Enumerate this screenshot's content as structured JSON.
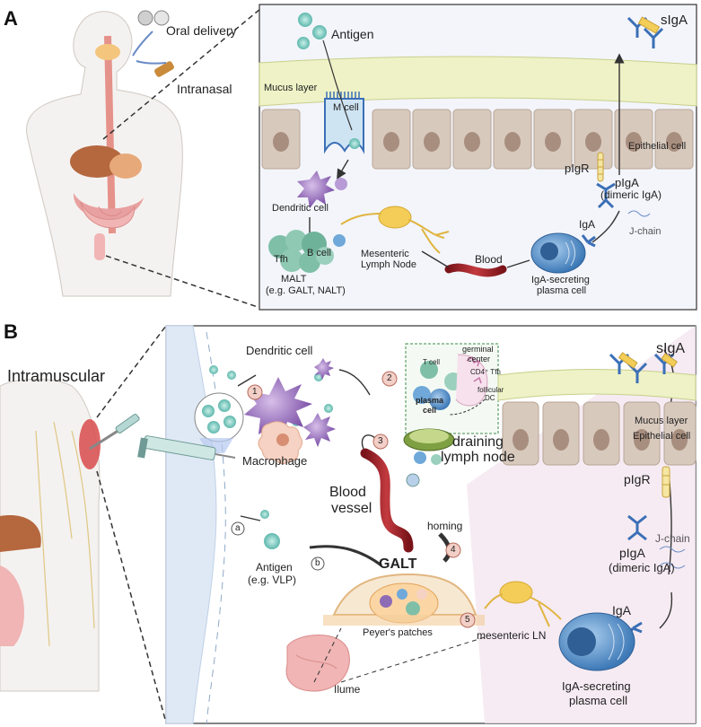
{
  "panel_a": {
    "letter": "A",
    "oral_delivery": "Oral delivery",
    "intranasal": "Intranasal",
    "antigen": "Antigen",
    "siga": "sIgA",
    "mucus_layer": "Mucus layer",
    "m_cell": "M cell",
    "epithelial_cell": "Epithelial cell",
    "pigr": "pIgR",
    "piga": "pIgA",
    "dimeric_iga": "(dimeric IgA)",
    "j_chain": "J-chain",
    "dendritic_cell": "Dendritic cell",
    "tfh": "Tfh",
    "b_cell": "B cell",
    "malt": "MALT",
    "malt_eg": "(e.g. GALT, NALT)",
    "mesenteric_1": "Mesenteric",
    "mesenteric_2": "Lymph Node",
    "blood": "Blood",
    "iga": "IgA",
    "iga_secreting_1": "IgA-secreting",
    "iga_secreting_2": "plasma cell"
  },
  "panel_b": {
    "letter": "B",
    "intramuscular": "Intramuscular",
    "dendritic_cell": "Dendritic cell",
    "macrophage": "Macrophage",
    "t_cell": "T cell",
    "germinal_1": "germinal",
    "germinal_2": "center",
    "cd4_tfh": "CD4⁺ Tfh",
    "follicular_1": "follicular",
    "follicular_2": "DC",
    "plasma_1": "plasma",
    "plasma_2": "cell",
    "draining_1": "draining",
    "draining_2": "lymph node",
    "blood_1": "Blood",
    "blood_2": "vessel",
    "homing": "homing",
    "antigen_1": "Antigen",
    "antigen_2": "(e.g. VLP)",
    "galt": "GALT",
    "peyers": "Peyer's patches",
    "mesenteric_ln": "mesenteric LN",
    "ilume": "Ilume",
    "siga": "sIgA",
    "mucus_layer": "Mucus layer",
    "epithelial_cell": "Epithelial cell",
    "pigr": "pIgR",
    "j_chain": "J-chain",
    "piga": "pIgA",
    "dimeric_iga": "(dimeric IgA)",
    "iga": "IgA",
    "iga_secreting_1": "IgA-secreting",
    "iga_secreting_2": "plasma cell",
    "step_1": "1",
    "step_2": "2",
    "step_3": "3",
    "step_4": "4",
    "step_5": "5",
    "sub_a": "a",
    "sub_b": "b"
  },
  "colors": {
    "panel_bg": "#f3f5fb",
    "mucus": "#eef2c6",
    "epithelial": "#d8c9bd",
    "nucleus": "#a88e7e",
    "antigen": "#8fd3cb",
    "igA_blue": "#3b6fb6",
    "dendritic": "#8e6bb5",
    "blood": "#a4232a",
    "plasma_cell": "#6fa8d9",
    "b_cell": "#7fbfa8",
    "pink_region": "#f4e6ef"
  }
}
